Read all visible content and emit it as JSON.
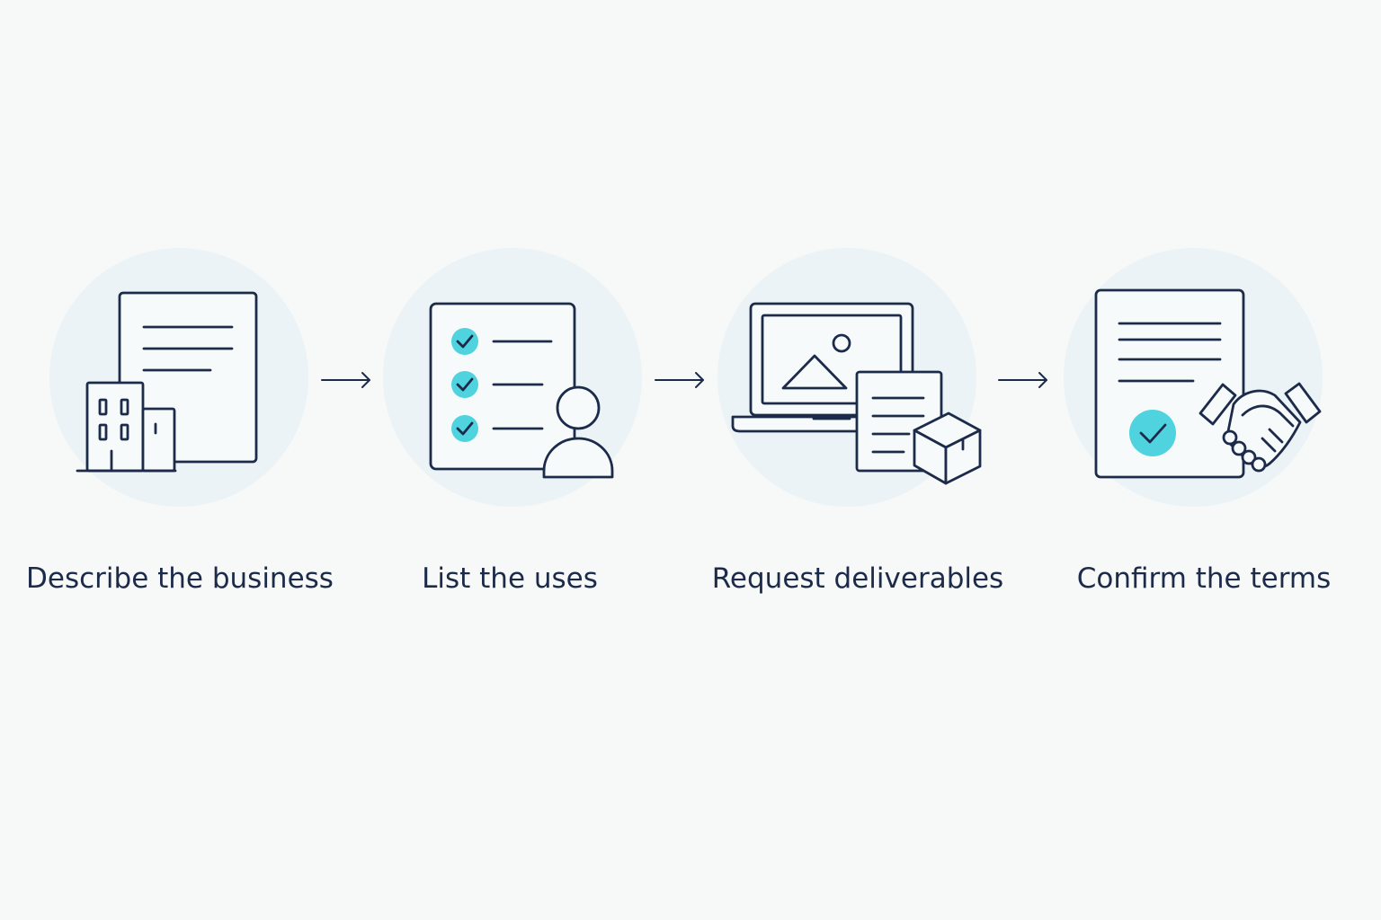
{
  "colors": {
    "background": "#f7f8f8",
    "disc": "#ebf3f6",
    "ink": "#1c2b4a",
    "accent": "#4fd3df"
  },
  "steps": [
    {
      "label": "Describe the business",
      "icon": "document-building-icon"
    },
    {
      "label": "List the uses",
      "icon": "checklist-person-icon"
    },
    {
      "label": "Request deliverables",
      "icon": "laptop-document-box-icon"
    },
    {
      "label": "Confirm the terms",
      "icon": "contract-handshake-icon"
    }
  ],
  "connectors": [
    "arrow-icon",
    "arrow-icon",
    "arrow-icon"
  ]
}
